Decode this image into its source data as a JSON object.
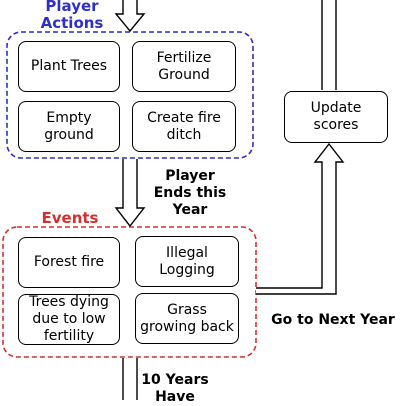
{
  "player_actions": {
    "title_line1": "Player",
    "title_line2": "Actions",
    "title_color": "#2f2fcc",
    "border_color": "#2f2fcc",
    "items": [
      "Plant Trees",
      "Fertilize Ground",
      "Empty ground",
      "Create fire ditch"
    ]
  },
  "player_ends": {
    "line1": "Player",
    "line2": "Ends this",
    "line3": "Year"
  },
  "events": {
    "title": "Events",
    "title_color": "#d43030",
    "border_color": "#d43030",
    "items": [
      "Forest fire",
      "Illegal Logging",
      "Trees dying due to low fertility",
      "Grass growing back"
    ]
  },
  "update_scores": "Update scores",
  "next_year": "Go to Next Year",
  "ten_years": {
    "line1": "10 Years",
    "line2": "Have"
  }
}
